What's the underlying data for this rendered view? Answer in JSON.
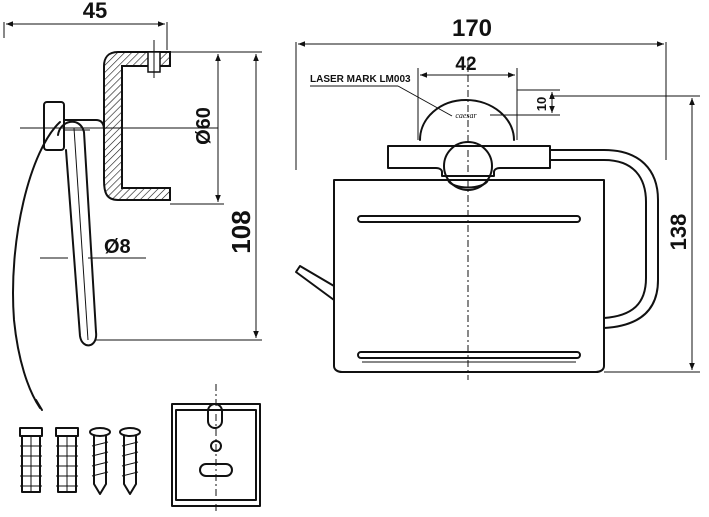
{
  "dimensions": {
    "side_width": "45",
    "bracket_diameter": "Ø60",
    "rod_diameter": "Ø8",
    "side_height": "108",
    "front_width": "170",
    "mark_width": "42",
    "mark_offset": "10",
    "front_height": "138"
  },
  "annotations": {
    "laser_mark": "LASER MARK LM003",
    "logo_text": "caesar"
  },
  "colors": {
    "line": "#111111",
    "background": "#ffffff"
  }
}
